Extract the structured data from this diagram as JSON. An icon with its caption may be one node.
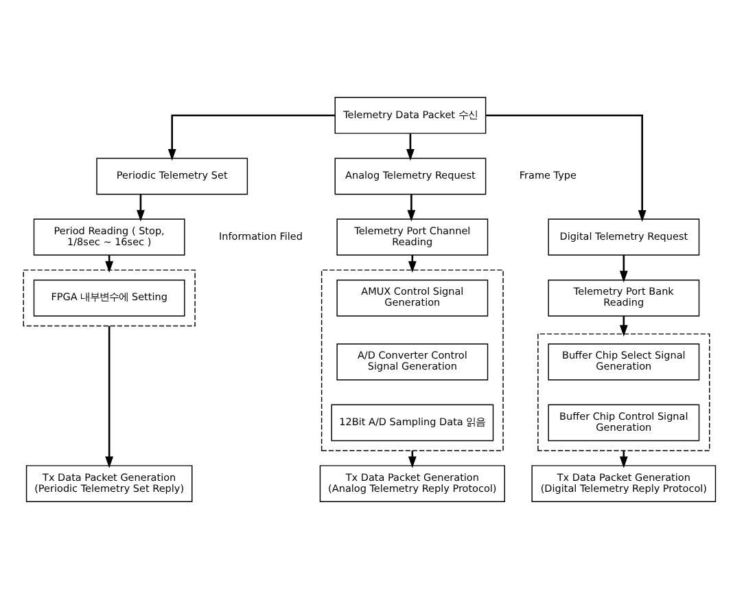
{
  "diagram": {
    "nodes": [
      {
        "text": [
          "Telemetry Data Packet 수신"
        ]
      },
      {
        "text": [
          "Analog Telemetry Request"
        ]
      },
      {
        "text": [
          "Digital Telemetry Request"
        ]
      },
      {
        "text": [
          "Periodic Telemetry Set"
        ]
      },
      {
        "text": [
          "Telemetry Port Channel Reading"
        ]
      },
      {
        "text": [
          "Telemetry Port Bank Reading"
        ]
      },
      {
        "text": [
          "Period Reading ( Stop, 1/8sec ~ 16sec )"
        ]
      },
      {
        "text": [],
        "shape": "box"
      },
      {
        "text": [
          "AMUX Control Signal Generation"
        ],
        "in": 7
      },
      {
        "text": [
          "A/D Converter Control Signal Generation"
        ],
        "in": 7
      },
      {
        "text": [
          "12Bit A/D Sampling Data 읽음"
        ],
        "in": 7
      },
      {
        "text": [],
        "shape": "box"
      },
      {
        "text": [
          "Buffer Chip Select Signal Generation"
        ],
        "in": 11
      },
      {
        "text": [
          "Buffer Chip Control Signal Generation"
        ],
        "in": 11
      },
      {
        "text": [],
        "shape": "box"
      },
      {
        "text": [
          "FPGA 내부변수에 Setting"
        ],
        "in": 14
      },
      {
        "text": [
          "Tx Data Packet Generation",
          "(Analog Telemetry Reply Protocol)"
        ]
      },
      {
        "text": [
          "Tx Data Packet Generation",
          "(Digital Telemetry Reply Protocol)"
        ]
      },
      {
        "text": [
          "Tx Data Packet Generation",
          "(Periodic Telemetry Set Reply)"
        ]
      }
    ],
    "edges": [
      {
        "from": 0,
        "to": 1,
        "arrow": "to"
      },
      {
        "from": 0,
        "to": 2,
        "arrow": "to"
      },
      {
        "from": 0,
        "to": 3,
        "arrow": "to"
      },
      {
        "from": 1,
        "to": 4,
        "arrow": "to"
      },
      {
        "from": 2,
        "to": 5,
        "arrow": "to"
      },
      {
        "from": 3,
        "to": 6,
        "arrow": "to"
      },
      {
        "from": 4,
        "to": 7,
        "arrow": "to"
      },
      {
        "from": 5,
        "to": 11,
        "arrow": "to"
      },
      {
        "from": 6,
        "to": 14,
        "arrow": "to"
      },
      {
        "from": 7,
        "to": 16,
        "arrow": "to"
      },
      {
        "from": 11,
        "to": 17,
        "arrow": "to"
      },
      {
        "from": 14,
        "to": 18,
        "arrow": "to"
      }
    ],
    "labels": [
      "Frame Type",
      "Information Filed"
    ]
  }
}
